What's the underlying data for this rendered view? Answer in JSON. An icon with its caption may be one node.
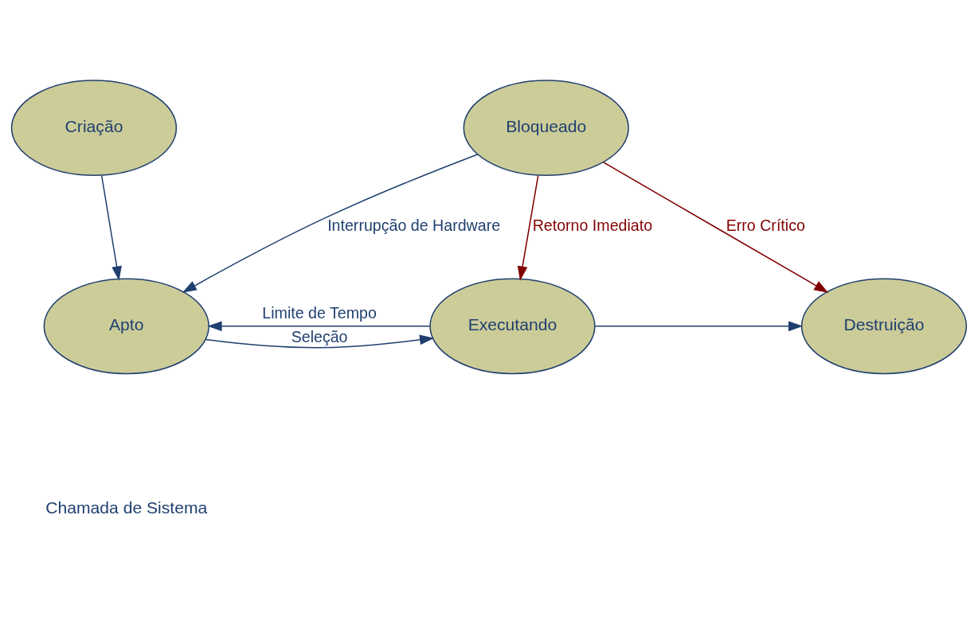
{
  "diagram": {
    "nodes": [
      {
        "text": [
          "Criação"
        ]
      },
      {
        "text": [
          "Apto"
        ]
      },
      {
        "text": [
          "Executando"
        ]
      },
      {
        "text": [
          "Destruição"
        ]
      },
      {
        "text": [
          "Bloqueado"
        ]
      }
    ],
    "edges": [
      {
        "from": 0,
        "to": 1,
        "arrow": "to"
      },
      {
        "from": 2,
        "to": 1,
        "arrow": "to",
        "label": "Limite de Tempo"
      },
      {
        "from": 1,
        "to": 2,
        "arrow": "to",
        "label": "Seleção"
      },
      {
        "from": 2,
        "to": 3,
        "arrow": "to"
      },
      {
        "from": 4,
        "to": 2,
        "arrow": "to",
        "label": "Retorno Imediato",
        "color": "#800000"
      },
      {
        "from": 4,
        "to": 1,
        "arrow": "to",
        "label": "Interrupção de Hardware"
      },
      {
        "from": 4,
        "to": 3,
        "arrow": "to",
        "label": "Erro Crítico",
        "color": "#800000"
      }
    ],
    "labels": [
      "Chamada de Sistema"
    ]
  }
}
